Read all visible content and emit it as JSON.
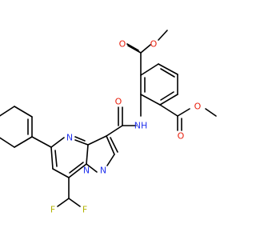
{
  "colors": {
    "bond": "#000000",
    "oxygen": "#e8200e",
    "nitrogen": "#2233ee",
    "fluorine": "#b2b200"
  },
  "atoms": {
    "o_ester1_carbonyl": "O",
    "o_ester1_ether": "O",
    "o_ester2_carbonyl": "O",
    "o_ester2_ether": "O",
    "o_amide": "O",
    "n_amide": "NH",
    "n_pyrimidine": "N",
    "n_pyrazole": "N",
    "n_bridge": "N",
    "f_upper": "F",
    "f_lower": "F"
  }
}
